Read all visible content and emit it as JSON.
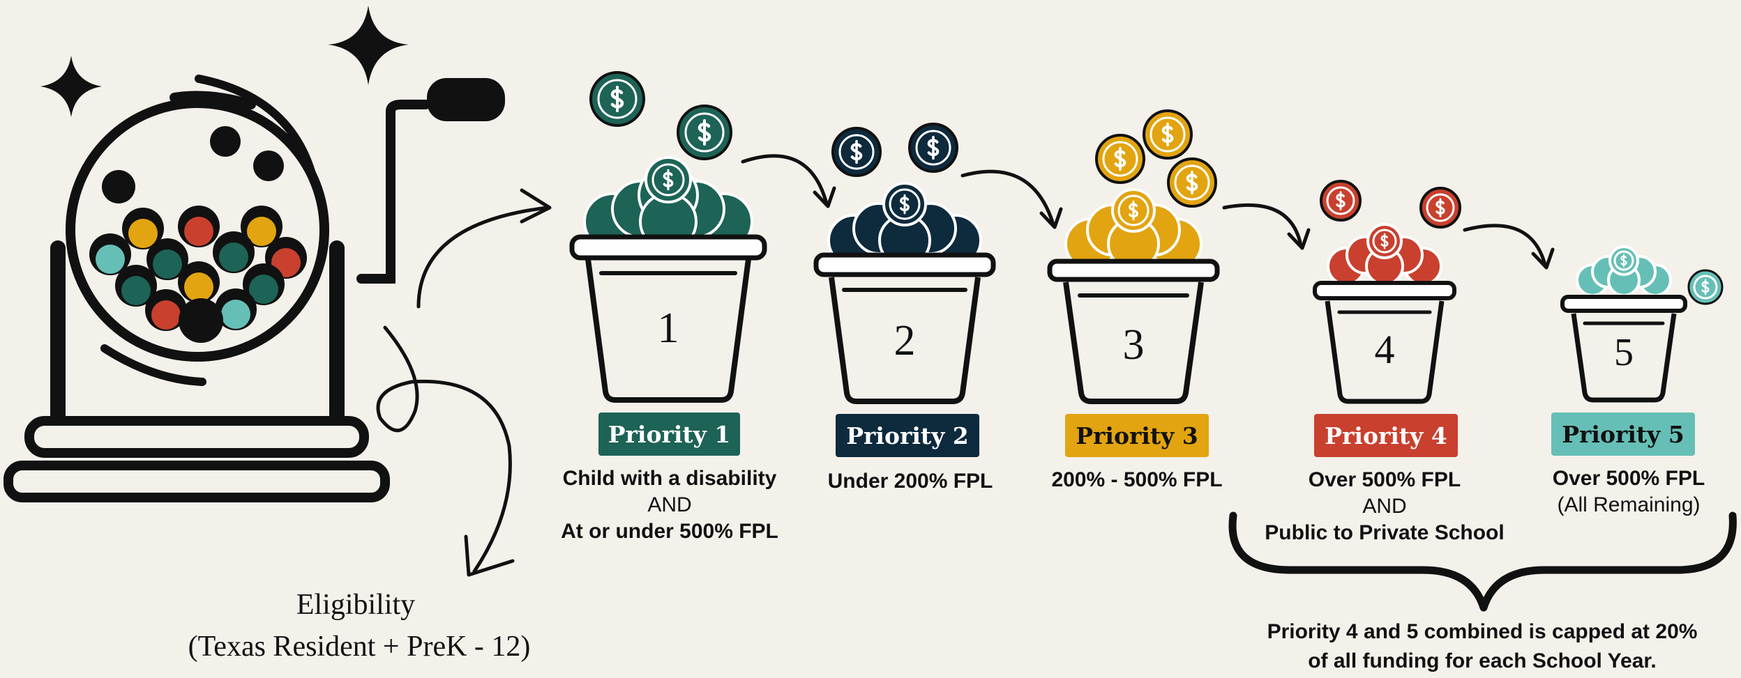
{
  "colors": {
    "background": "#f4f0ea",
    "ink": "#111111",
    "priority_1": "#1d6356",
    "priority_2": "#0e2a3d",
    "priority_3": "#e2a410",
    "priority_4": "#c9402e",
    "priority_5": "#66bfb6"
  },
  "icons": [
    "lottery-machine-icon",
    "sparkle-icon",
    "dollar-coin-icon",
    "bucket-icon",
    "arrow-icon",
    "curly-brace-icon"
  ],
  "eligibility": {
    "title": "Eligibility",
    "subtitle": "(Texas Resident + PreK - 12)"
  },
  "priorities": [
    {
      "number": "1",
      "label": "Priority 1",
      "line1": "Child with a disability",
      "and": "AND",
      "line2": "At or under 500% FPL"
    },
    {
      "number": "2",
      "label": "Priority 2",
      "line1": "Under 200% FPL"
    },
    {
      "number": "3",
      "label": "Priority 3",
      "line1": "200% - 500% FPL"
    },
    {
      "number": "4",
      "label": "Priority 4",
      "line1": "Over 500% FPL",
      "and": "AND",
      "line2": "Public to Private School"
    },
    {
      "number": "5",
      "label": "Priority 5",
      "line1": "Over 500% FPL",
      "line2": "(All Remaining)"
    }
  ],
  "cap_note": {
    "line1": "Priority 4 and 5 combined is capped at 20%",
    "line2": "of all funding for each School Year."
  }
}
